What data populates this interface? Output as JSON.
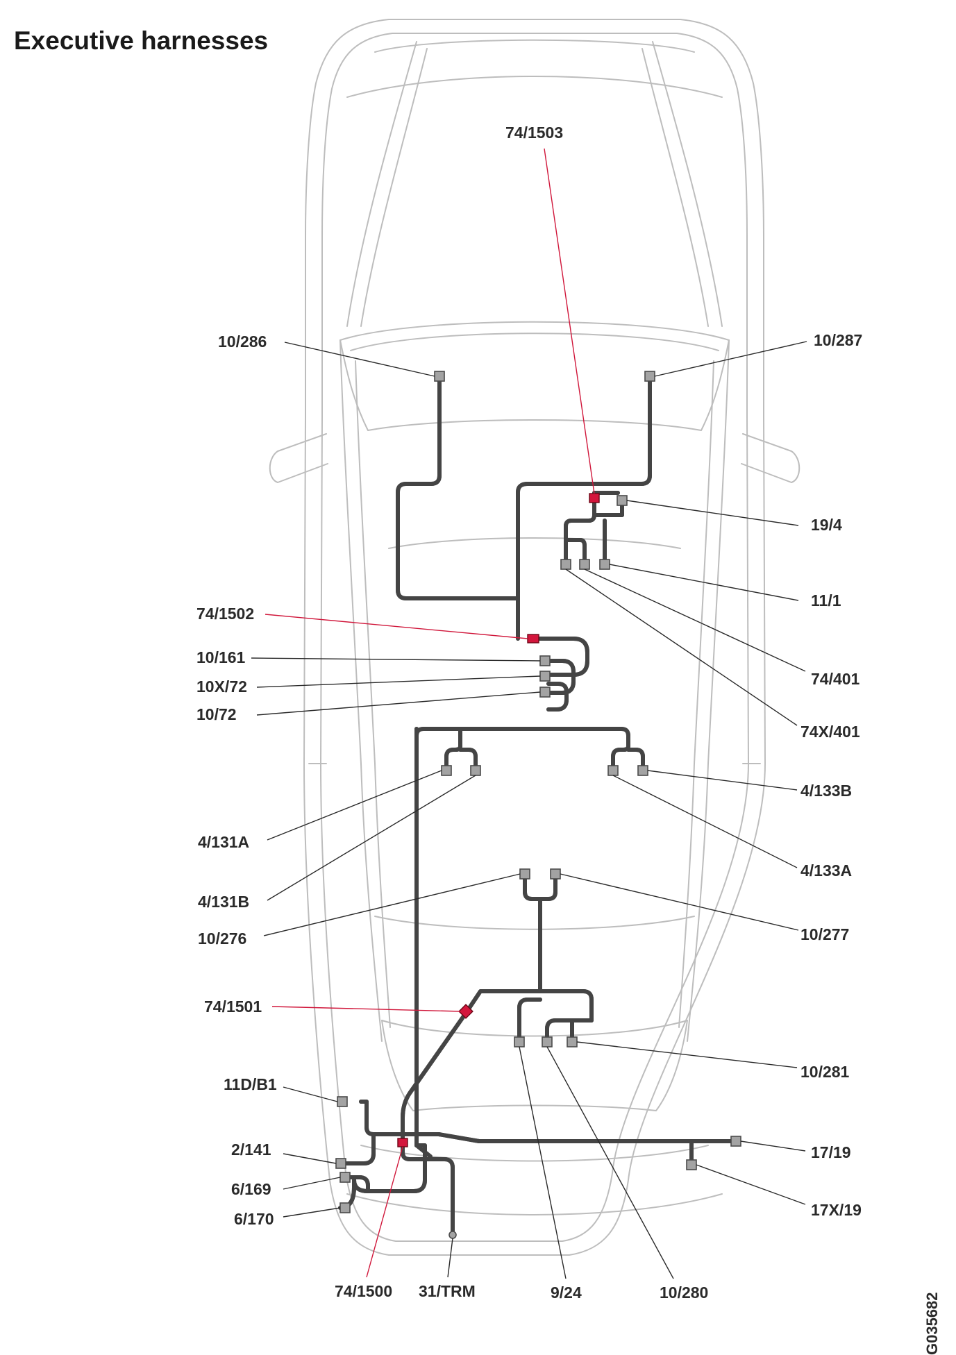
{
  "title": "Executive harnesses",
  "figure_code": "G035682",
  "colors": {
    "wire": "#444444",
    "connector": "#a3a3a3",
    "splice_red": "#d3163c",
    "car_outline": "#bdbdbd"
  },
  "labels": {
    "l_74_1503": "74/1503",
    "l_10_286": "10/286",
    "l_10_287": "10/287",
    "l_19_4": "19/4",
    "l_11_1": "11/1",
    "l_74_1502": "74/1502",
    "l_10_161": "10/161",
    "l_10x_72": "10X/72",
    "l_10_72": "10/72",
    "l_74_401": "74/401",
    "l_74x_401": "74X/401",
    "l_4_133b": "4/133B",
    "l_4_131a": "4/131A",
    "l_4_133a": "4/133A",
    "l_4_131b": "4/131B",
    "l_10_276": "10/276",
    "l_10_277": "10/277",
    "l_74_1501": "74/1501",
    "l_10_281": "10/281",
    "l_11d_b1": "11D/B1",
    "l_2_141": "2/141",
    "l_17_19": "17/19",
    "l_6_169": "6/169",
    "l_17x_19": "17X/19",
    "l_6_170": "6/170",
    "l_74_1500": "74/1500",
    "l_31_trm": "31/TRM",
    "l_9_24": "9/24",
    "l_10_280": "10/280"
  }
}
